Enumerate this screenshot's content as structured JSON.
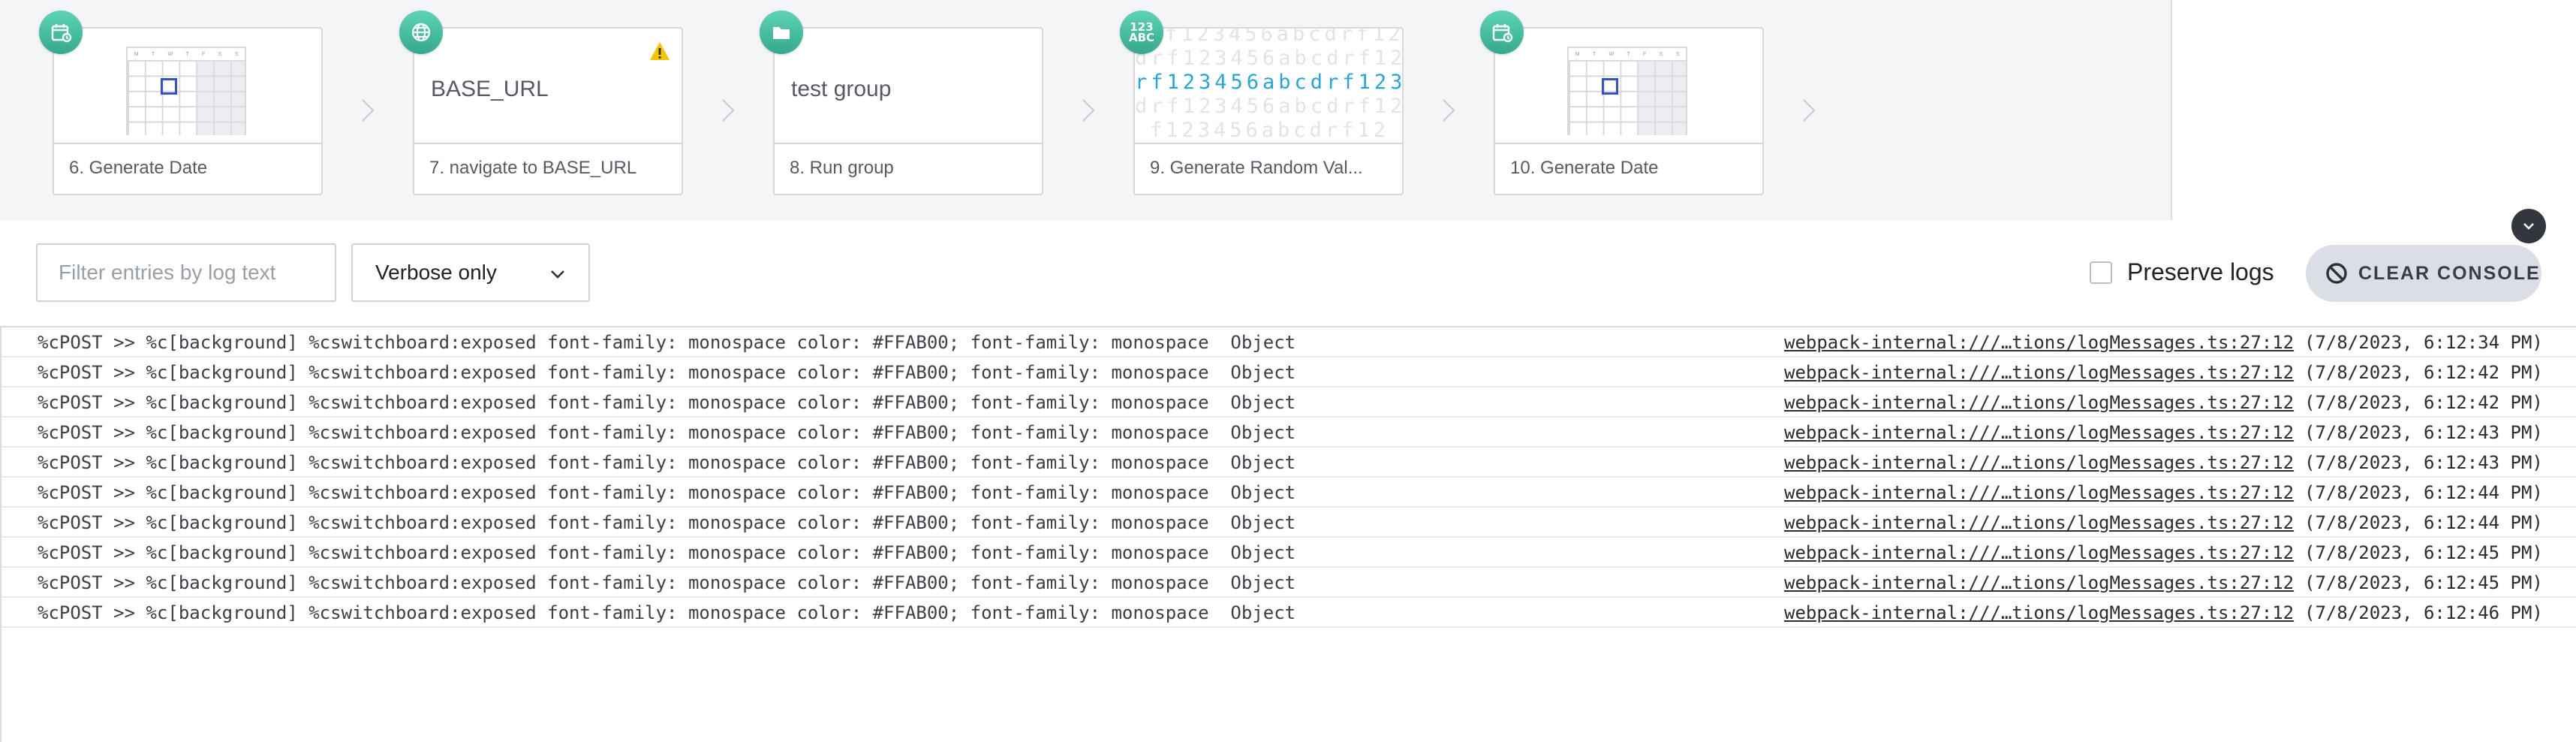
{
  "steps": [
    {
      "number_label": "6. Generate Date",
      "type": "date",
      "icon": "calendar-icon"
    },
    {
      "number_label": "7. navigate to BASE_URL",
      "type": "navigate",
      "icon": "globe-icon",
      "preview_text": "BASE_URL",
      "warning": true
    },
    {
      "number_label": "8. Run group",
      "type": "group",
      "icon": "folder-icon",
      "preview_text": "test group"
    },
    {
      "number_label": "9. Generate Random Val...",
      "type": "random",
      "icon": "abc-123-icon",
      "badge_text_top": "123",
      "badge_text_bottom": "ABC",
      "preview_lines": [
        "f123456abcdrf12",
        "drf123456abcdrf12",
        "rf123456abcdrf123",
        "drf123456abcdrf12",
        "f123456abcdrf12"
      ]
    },
    {
      "number_label": "10. Generate Date",
      "type": "date",
      "icon": "calendar-icon"
    }
  ],
  "toolbar": {
    "filter_placeholder": "Filter entries by log text",
    "level_value": "Verbose only",
    "preserve_label": "Preserve logs",
    "clear_label": "CLEAR CONSOLE"
  },
  "logs": [
    {
      "message": "%cPOST >> %c[background] %cswitchboard:exposed font-family: monospace color: #FFAB00; font-family: monospace  Object",
      "source": "webpack-internal:///…tions/logMessages.ts:27:12",
      "time": "(7/8/2023, 6:12:34 PM)"
    },
    {
      "message": "%cPOST >> %c[background] %cswitchboard:exposed font-family: monospace color: #FFAB00; font-family: monospace  Object",
      "source": "webpack-internal:///…tions/logMessages.ts:27:12",
      "time": "(7/8/2023, 6:12:42 PM)"
    },
    {
      "message": "%cPOST >> %c[background] %cswitchboard:exposed font-family: monospace color: #FFAB00; font-family: monospace  Object",
      "source": "webpack-internal:///…tions/logMessages.ts:27:12",
      "time": "(7/8/2023, 6:12:42 PM)"
    },
    {
      "message": "%cPOST >> %c[background] %cswitchboard:exposed font-family: monospace color: #FFAB00; font-family: monospace  Object",
      "source": "webpack-internal:///…tions/logMessages.ts:27:12",
      "time": "(7/8/2023, 6:12:43 PM)"
    },
    {
      "message": "%cPOST >> %c[background] %cswitchboard:exposed font-family: monospace color: #FFAB00; font-family: monospace  Object",
      "source": "webpack-internal:///…tions/logMessages.ts:27:12",
      "time": "(7/8/2023, 6:12:43 PM)"
    },
    {
      "message": "%cPOST >> %c[background] %cswitchboard:exposed font-family: monospace color: #FFAB00; font-family: monospace  Object",
      "source": "webpack-internal:///…tions/logMessages.ts:27:12",
      "time": "(7/8/2023, 6:12:44 PM)"
    },
    {
      "message": "%cPOST >> %c[background] %cswitchboard:exposed font-family: monospace color: #FFAB00; font-family: monospace  Object",
      "source": "webpack-internal:///…tions/logMessages.ts:27:12",
      "time": "(7/8/2023, 6:12:44 PM)"
    },
    {
      "message": "%cPOST >> %c[background] %cswitchboard:exposed font-family: monospace color: #FFAB00; font-family: monospace  Object",
      "source": "webpack-internal:///…tions/logMessages.ts:27:12",
      "time": "(7/8/2023, 6:12:45 PM)"
    },
    {
      "message": "%cPOST >> %c[background] %cswitchboard:exposed font-family: monospace color: #FFAB00; font-family: monospace  Object",
      "source": "webpack-internal:///…tions/logMessages.ts:27:12",
      "time": "(7/8/2023, 6:12:45 PM)"
    },
    {
      "message": "%cPOST >> %c[background] %cswitchboard:exposed font-family: monospace color: #FFAB00; font-family: monospace  Object",
      "source": "webpack-internal:///…tions/logMessages.ts:27:12",
      "time": "(7/8/2023, 6:12:46 PM)"
    }
  ],
  "colors": {
    "badge": "#3fb899",
    "accent_blue": "#2aa3d6",
    "warning": "#f5c400",
    "selected_day": "#3552c8"
  }
}
